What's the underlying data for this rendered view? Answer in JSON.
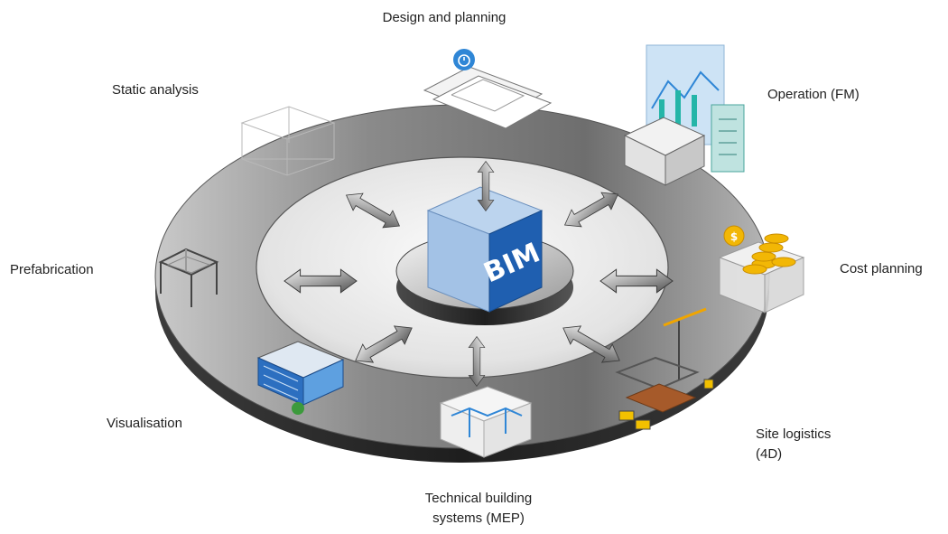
{
  "center": {
    "label": "BIM"
  },
  "labels": {
    "design": "Design and planning",
    "static": "Static analysis",
    "operation": "Operation (FM)",
    "prefabrication": "Prefabrication",
    "cost": "Cost planning",
    "visualisation": "Visualisation",
    "site_line1": "Site logistics",
    "site_line2": "(4D)",
    "mep_line1": "Technical building",
    "mep_line2": "systems (MEP)"
  },
  "colors": {
    "ring_outer": "#8d8d8d",
    "ring_inner": "#e9e9e9",
    "cube_top": "#bcd4ee",
    "cube_left": "#a3c2e6",
    "cube_right": "#1f5fb0",
    "arrow_light": "#d8d8d8",
    "arrow_dark": "#6c6c6c",
    "accent_blue": "#2f86d6",
    "coin_gold": "#f2b705"
  }
}
